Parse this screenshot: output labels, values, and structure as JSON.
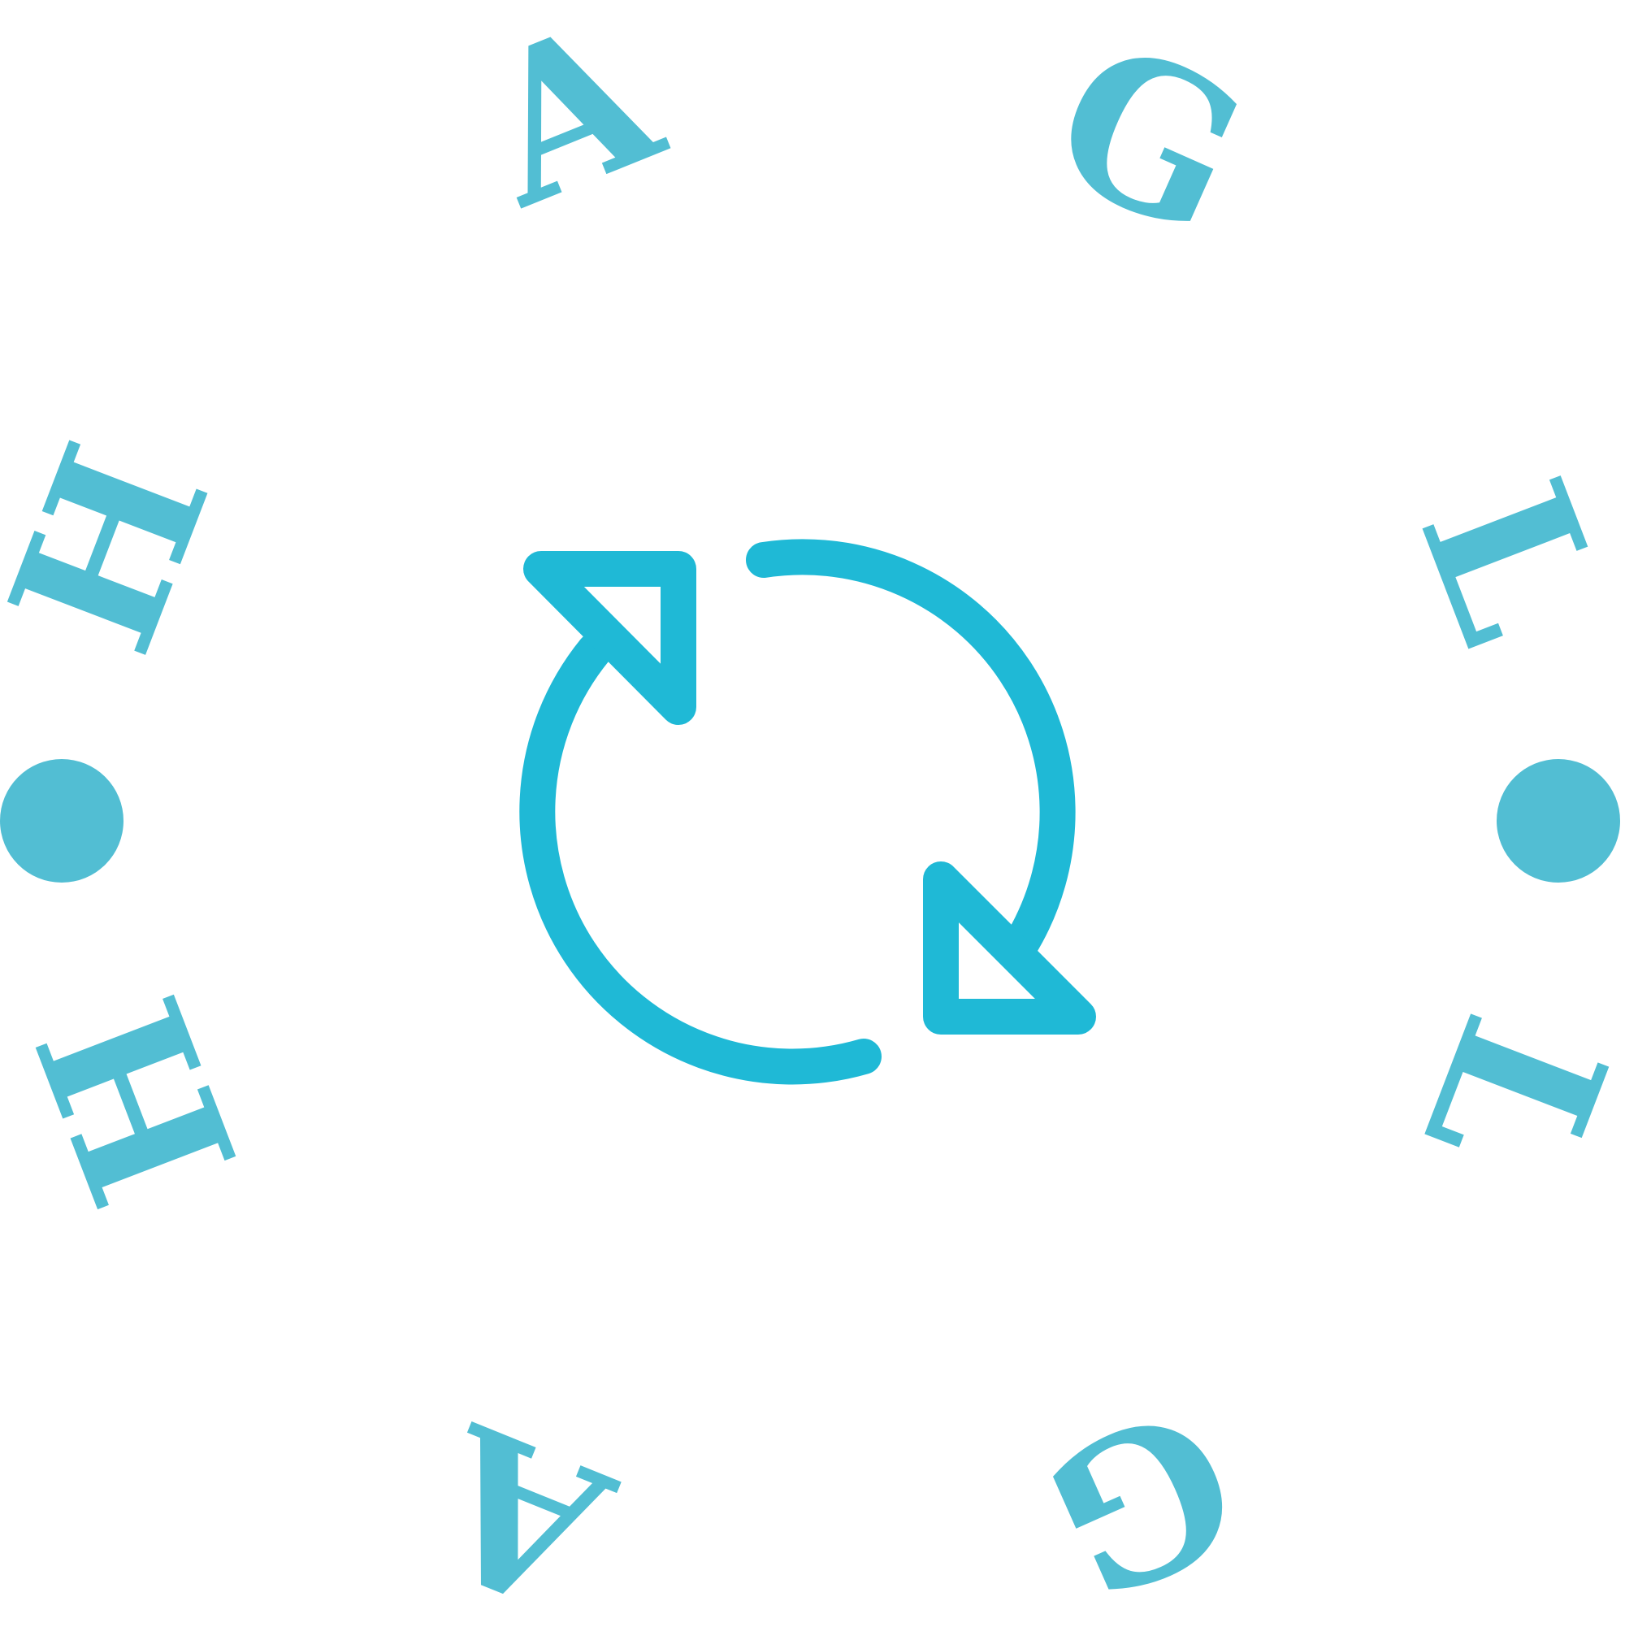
{
  "logo": {
    "letters": {
      "top_a": "A",
      "top_g": "G",
      "left_upper_h": "H",
      "left_lower_h": "H",
      "right_upper_l": "L",
      "right_lower_l": "L",
      "bottom_a": "A",
      "bottom_g": "G"
    },
    "icon": "refresh-cycle-icon",
    "colors": {
      "letters": "#52bed3",
      "arrows": "#1fb9d6",
      "background": "#ffffff"
    }
  }
}
